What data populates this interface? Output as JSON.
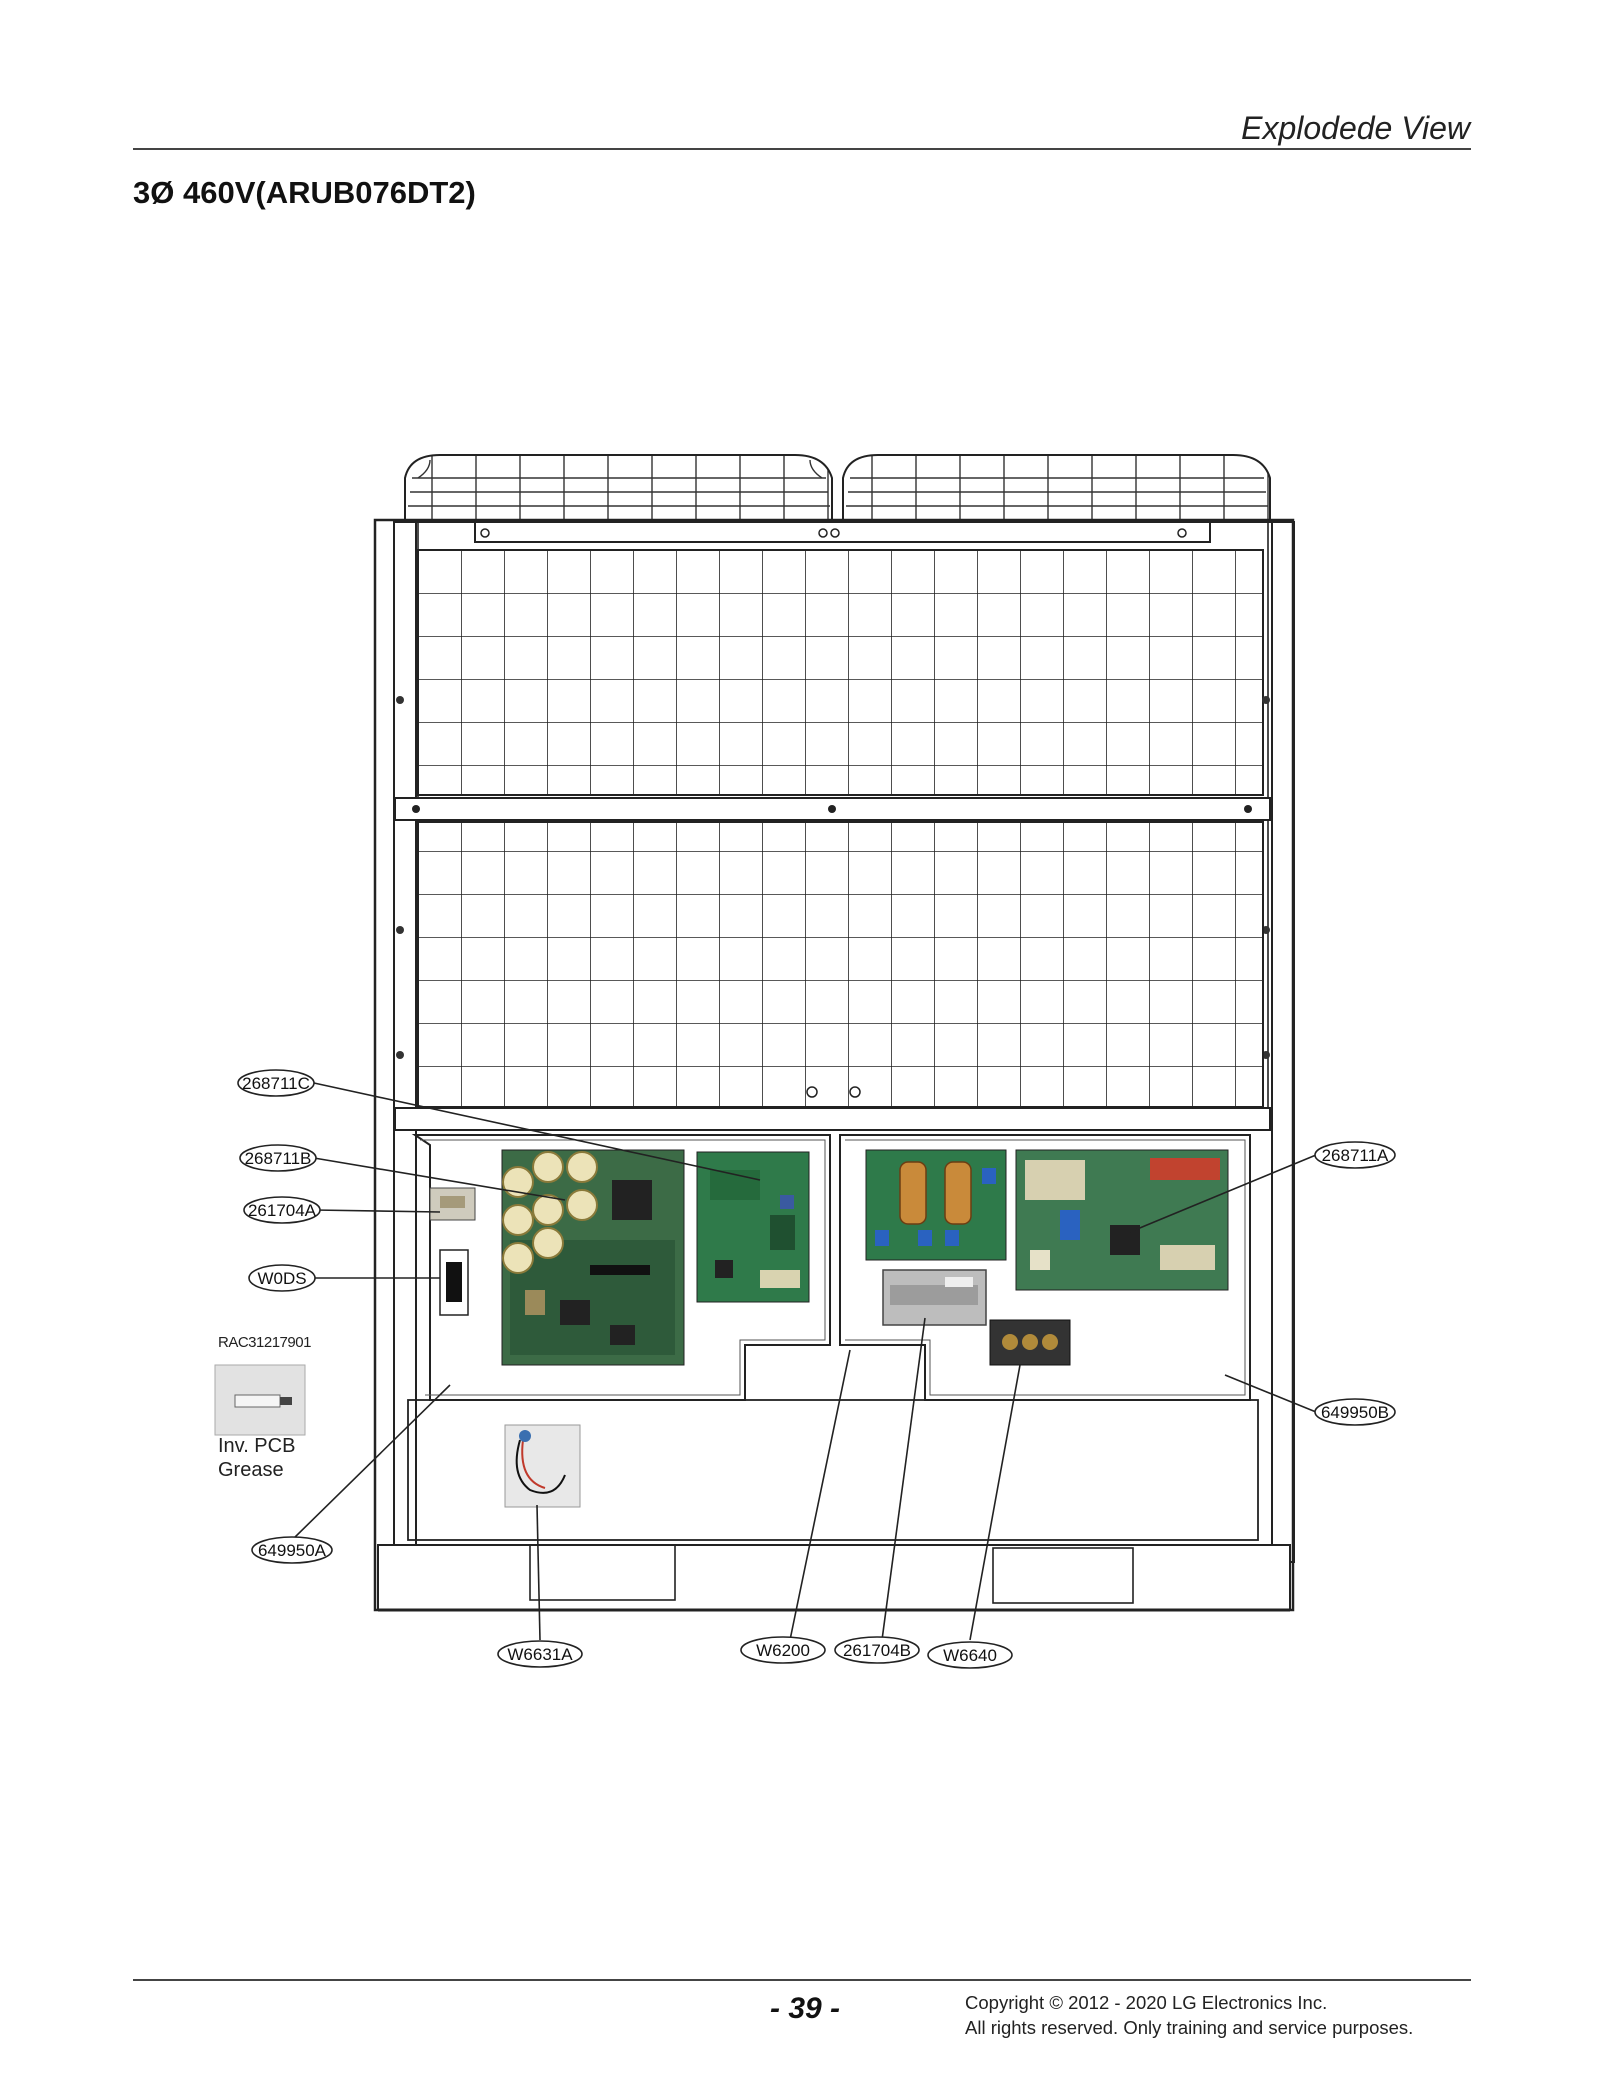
{
  "header": {
    "section_title": "Explodede View"
  },
  "page_title": "3Ø 460V(ARUB076DT2)",
  "callouts": {
    "c268711C": "268711C",
    "c268711B": "268711B",
    "c261704A": "261704A",
    "cW0DS": "W0DS",
    "c649950A": "649950A",
    "c268711A": "268711A",
    "c649950B": "649950B",
    "cW6631A": "W6631A",
    "cW6200": "W6200",
    "c261704B": "261704B",
    "cW6640": "W6640"
  },
  "grease": {
    "part_number": "RAC31217901",
    "label_line1": "Inv. PCB",
    "label_line2": "Grease"
  },
  "footer": {
    "page_number": "- 39 -",
    "copyright_line1": "Copyright © 2012 - 2020 LG Electronics Inc.",
    "copyright_line2": "All rights reserved. Only training and service purposes."
  }
}
